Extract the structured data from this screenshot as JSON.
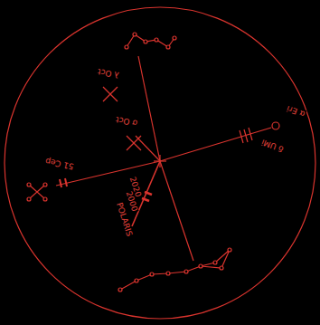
{
  "diagram": {
    "labels": [
      "λ Oct",
      "σ Oct",
      "51 Cep",
      "δ UMi",
      "α Eri",
      "2020",
      "2000",
      "POLARIS"
    ]
  }
}
